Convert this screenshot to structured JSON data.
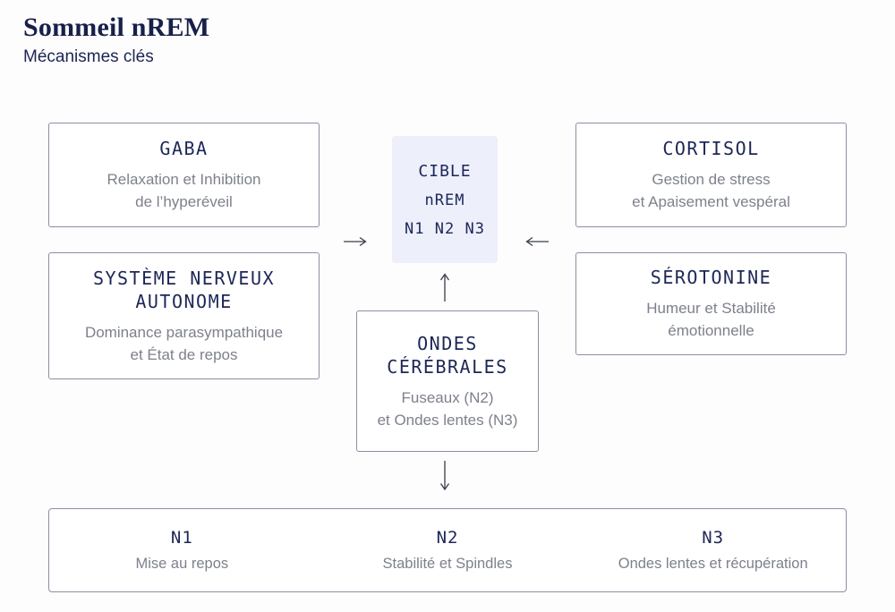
{
  "colors": {
    "navy_text": "#1d2757",
    "gray_text": "#7d818c",
    "box_border": "#8b90a0",
    "cible_background": "#edeffb",
    "arrow_stroke": "#3a3e48",
    "page_background": "#fdfdfd"
  },
  "header": {
    "title": "Sommeil nREM",
    "subtitle": "Mécanismes clés"
  },
  "diagram": {
    "gaba": {
      "title": "GABA",
      "desc": "Relaxation et Inhibition\nde l’hyperéveil"
    },
    "sna": {
      "title": "SYSTÈME NERVEUX\nAUTONOME",
      "desc": "Dominance parasympathique\net État de repos"
    },
    "cortisol": {
      "title": "CORTISOL",
      "desc": "Gestion de stress\net Apaisement vespéral"
    },
    "serotonine": {
      "title": "SÉROTONINE",
      "desc": "Humeur et Stabilité\némotionnelle"
    },
    "cible": {
      "title": "CIBLE",
      "line2": "nREM",
      "line3": "N1 N2 N3"
    },
    "ondes": {
      "title": "ONDES\nCÉRÉBRALES",
      "desc": "Fuseaux (N2)\net Ondes lentes (N3)"
    },
    "arrows": {
      "left_to_center": "arrow-right",
      "right_to_center": "arrow-left",
      "ondes_to_cible": "arrow-up",
      "ondes_to_stages": "arrow-down"
    },
    "stages": [
      {
        "title": "N1",
        "desc": "Mise au repos"
      },
      {
        "title": "N2",
        "desc": "Stabilité et Spindles"
      },
      {
        "title": "N3",
        "desc": "Ondes lentes et récupération"
      }
    ]
  }
}
